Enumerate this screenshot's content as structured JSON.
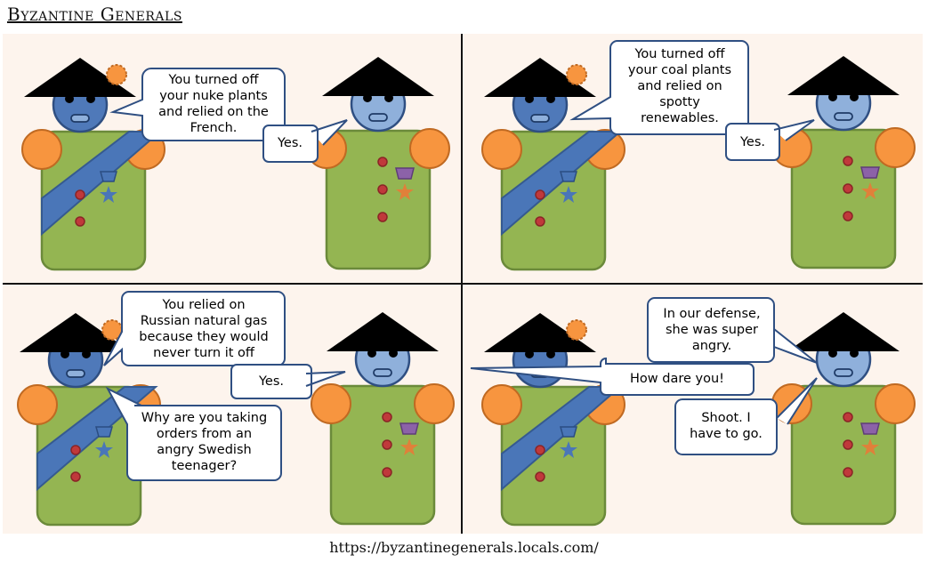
{
  "comic_title": "Byzantine Generals",
  "footer_url": "https://byzantinegenerals.locals.com/",
  "panels": [
    {
      "left_lines": [
        "You turned off",
        "your nuke plants",
        "and relied on the",
        "French."
      ],
      "right_lines": [
        "Yes."
      ]
    },
    {
      "left_lines": [
        "You turned off",
        "your coal plants",
        "and relied on",
        "spotty",
        "renewables."
      ],
      "right_lines": [
        "Yes."
      ]
    },
    {
      "left_lines": [
        "You relied on",
        "Russian natural gas",
        "because they would",
        "never turn it off"
      ],
      "right_lines": [
        "Yes."
      ],
      "left_lines_2": [
        "Why are you taking",
        "orders from an",
        "angry Swedish",
        "teenager?"
      ]
    },
    {
      "right_lines": [
        "In our defense,",
        "she was super",
        "angry."
      ],
      "left_lines": [
        "How dare you!"
      ],
      "right_lines_2": [
        "Shoot. I",
        "have to go."
      ]
    }
  ],
  "colors": {
    "uniform": "#94b552",
    "skin_dark": "#4f79b9",
    "skin_light": "#8fb0db",
    "hat": "#000000",
    "sash": "#4a76b8",
    "epaulette": "#f7953f",
    "button": "#c0393b",
    "medal_blue": "#4a76b8",
    "medal_purple": "#8c62a8",
    "medal_orange": "#e0803a",
    "panel_bg": "#fdf4ed"
  }
}
